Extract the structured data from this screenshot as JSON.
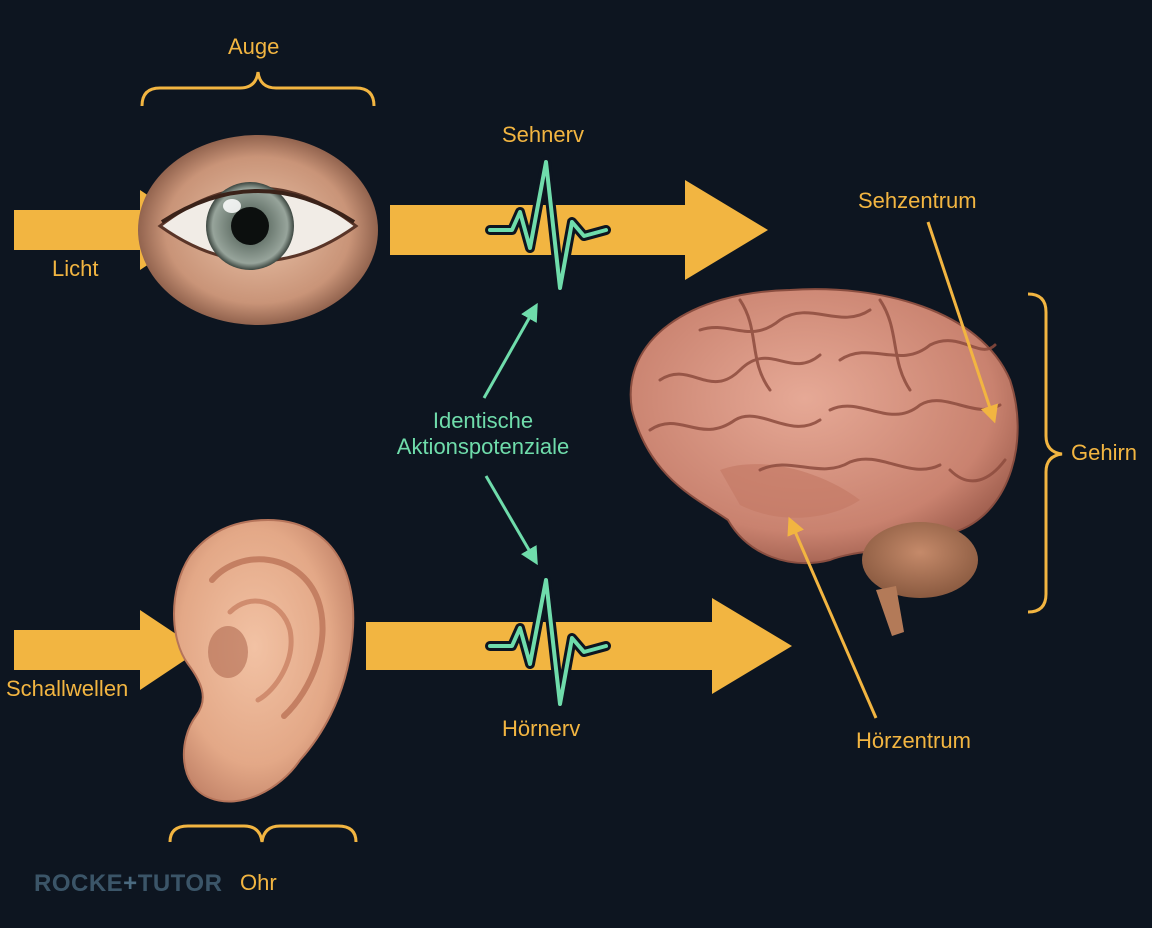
{
  "labels": {
    "auge": "Auge",
    "licht": "Licht",
    "sehnerv": "Sehnerv",
    "sehzentrum": "Sehzentrum",
    "identische_line1": "Identische",
    "identische_line2": "Aktionspotenziale",
    "gehirn": "Gehirn",
    "schallwellen": "Schallwellen",
    "hoernerv": "Hörnerv",
    "hoerzentrum": "Hörzentrum",
    "ohr": "Ohr"
  },
  "brand": {
    "part1": "ROCKE",
    "plus": "+",
    "part2": "TUTOR"
  },
  "colors": {
    "background": "#0d1520",
    "arrow": "#f2b541",
    "pulse": "#6fdcab",
    "text_yellow": "#f2b541",
    "text_green": "#6fdcab"
  }
}
